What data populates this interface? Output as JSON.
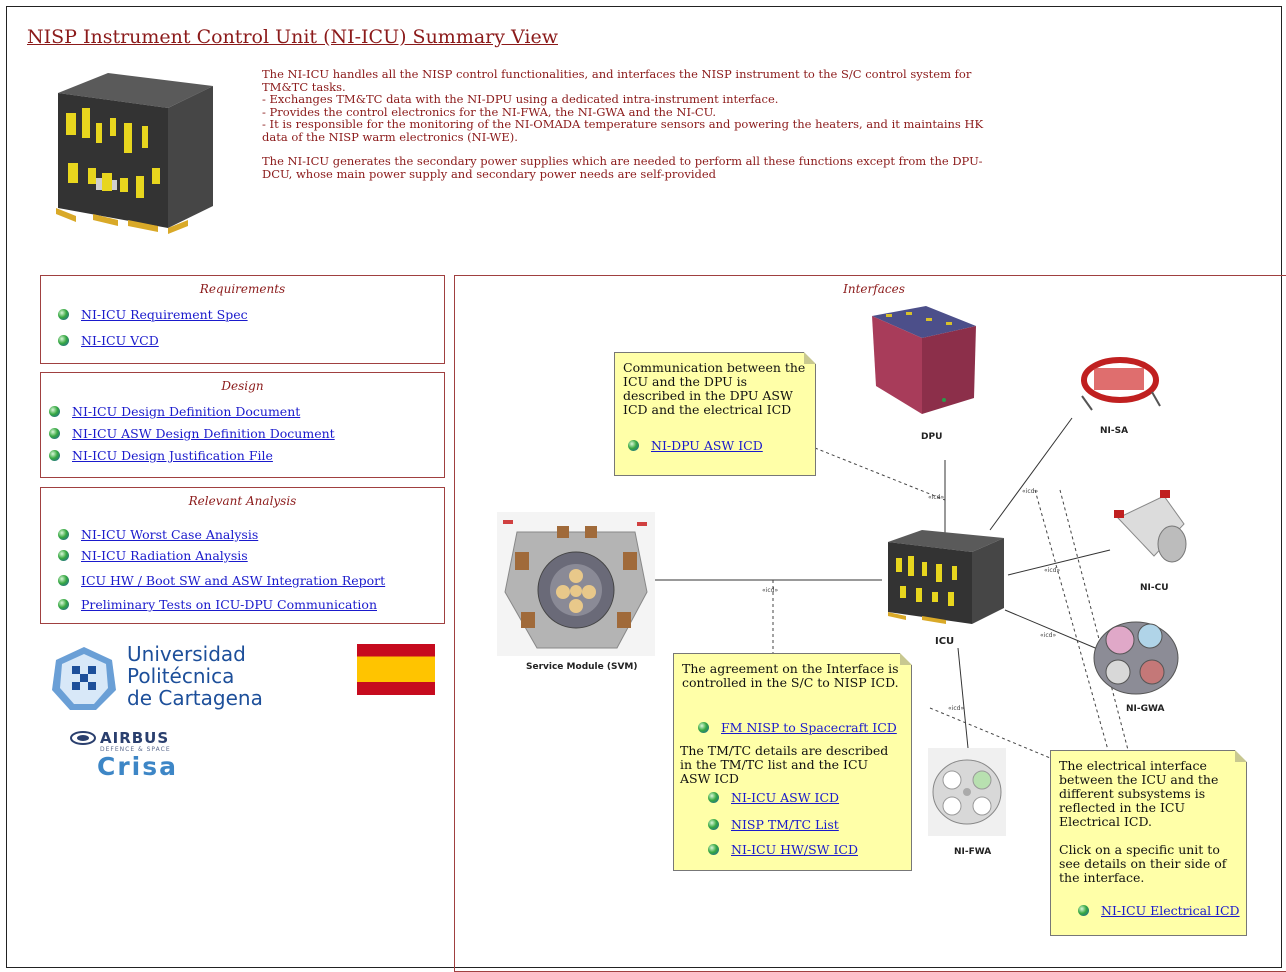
{
  "title": "NISP Instrument Control Unit (NI-ICU) Summary View",
  "intro": {
    "lines": [
      "The NI-ICU handles all the NISP control functionalities, and interfaces the NISP instrument to the S/C control system for TM&TC tasks.",
      "- Exchanges TM&TC data with the NI-DPU using a dedicated intra-instrument interface.",
      "- Provides the control electronics for the NI-FWA, the NI-GWA and the NI-CU.",
      "- It is responsible for the monitoring of the NI-OMADA temperature sensors and powering the heaters, and it maintains HK data of the NISP warm electronics (NI-WE)."
    ],
    "paragraph2": "The NI-ICU generates the secondary power supplies which are needed to perform all these functions except from the DPU-DCU, whose main power supply and secondary power needs are self-provided"
  },
  "requirements": {
    "title": "Requirements",
    "links": [
      "NI-ICU Requirement Spec",
      "NI-ICU VCD"
    ]
  },
  "design": {
    "title": "Design",
    "links": [
      "NI-ICU Design Definition Document",
      "NI-ICU ASW Design Definition Document",
      "NI-ICU Design Justification File"
    ]
  },
  "analysis": {
    "title": "Relevant Analysis",
    "links": [
      "NI-ICU Worst Case Analysis",
      "NI-ICU Radiation Analysis",
      "ICU HW / Boot SW and ASW Integration Report",
      "Preliminary Tests on ICU-DPU Communication"
    ]
  },
  "logos": {
    "upct": [
      "Universidad",
      "Politécnica",
      "de Cartagena"
    ],
    "airbus": "AIRBUS",
    "airbus_sub": "DEFENCE & SPACE",
    "crisa": "Crisa"
  },
  "interfaces": {
    "title": "Interfaces",
    "units": {
      "dpu": "DPU",
      "nisa": "NI-SA",
      "nicu": "NI-CU",
      "icu": "ICU",
      "svm": "Service Module (SVM)",
      "nigwa": "NI-GWA",
      "nifwa": "NI-FWA"
    },
    "iface_tag": "«icd»",
    "note_dpu": {
      "text": "Communication between the ICU and the DPU is described in the DPU ASW ICD and the electrical ICD",
      "link": "NI-DPU ASW ICD"
    },
    "note_sc": {
      "text1": "The agreement on the Interface is controlled in the S/C to NISP ICD.",
      "link1": "FM NISP to Spacecraft ICD",
      "text2": "The TM/TC details are described in the TM/TC list and the ICU ASW ICD",
      "links": [
        "NI-ICU ASW ICD",
        "NISP TM/TC List",
        "NI-ICU HW/SW ICD"
      ]
    },
    "note_elec": {
      "text1": "The electrical interface between the ICU and the different subsystems is reflected in the ICU Electrical ICD.",
      "text2": "Click on a specific unit to see details on their side  of the interface.",
      "link": "NI-ICU Electrical ICD"
    }
  },
  "colors": {
    "title_red": "#8b1a1a",
    "link_blue": "#1a1acc",
    "note_yellow": "#ffffa8",
    "box_border": "#a04040",
    "flag_red": "#c60b1e",
    "flag_yellow": "#ffc400"
  }
}
